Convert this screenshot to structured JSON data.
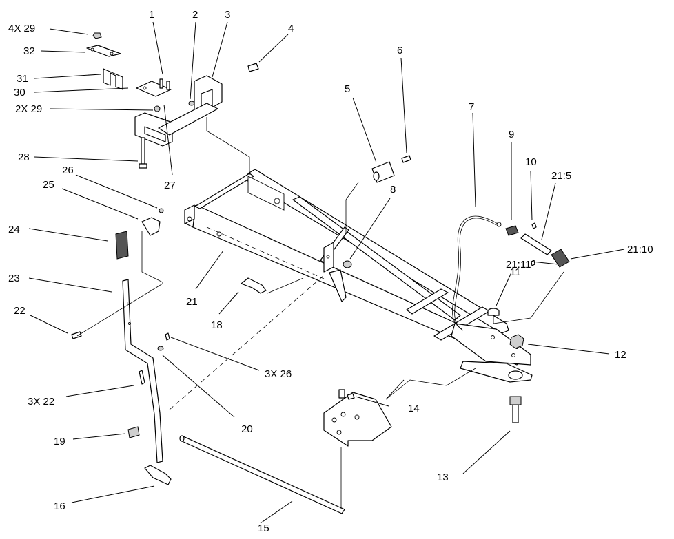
{
  "callouts": {
    "c1": "1",
    "c2": "2",
    "c3": "3",
    "c4": "4",
    "c5": "5",
    "c6": "6",
    "c7": "7",
    "c8": "8",
    "c9": "9",
    "c10": "10",
    "c11": "11",
    "c12": "12",
    "c13": "13",
    "c14": "14",
    "c15": "15",
    "c16": "16",
    "c18": "18",
    "c19": "19",
    "c20": "20",
    "c21": "21",
    "c22": "22",
    "c23": "23",
    "c24": "24",
    "c25": "25",
    "c26": "26",
    "c27": "27",
    "c28": "28",
    "c30": "30",
    "c31": "31",
    "c32": "32",
    "c4x29": "4X 29",
    "c2x29": "2X 29",
    "c3x26": "3X 26",
    "c3x22": "3X 22",
    "c21_5": "21:5",
    "c21_10": "21:10",
    "c21_11": "21:11"
  }
}
